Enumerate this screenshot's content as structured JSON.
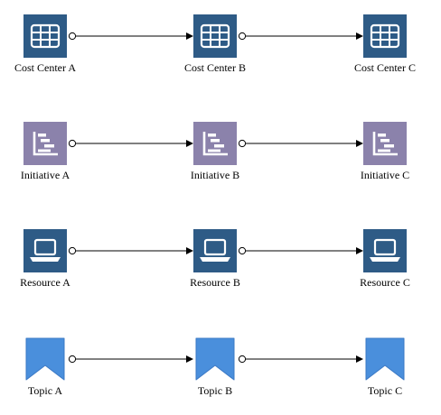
{
  "colors": {
    "cost_center_icon": "#2e5b86",
    "initiative_icon": "#8b82ab",
    "resource_icon": "#2e5b86",
    "topic_icon": "#4a8fdc",
    "connector": "#000000"
  },
  "rows": [
    {
      "type": "cost-center",
      "icon": "grid-table-icon",
      "nodes": [
        "Cost Center A",
        "Cost Center B",
        "Cost Center C"
      ]
    },
    {
      "type": "initiative",
      "icon": "gantt-chart-icon",
      "nodes": [
        "Initiative A",
        "Initiative B",
        "Initiative C"
      ]
    },
    {
      "type": "resource",
      "icon": "laptop-icon",
      "nodes": [
        "Resource A",
        "Resource B",
        "Resource C"
      ]
    },
    {
      "type": "topic",
      "icon": "bookmark-icon",
      "nodes": [
        "Topic A",
        "Topic B",
        "Topic C"
      ]
    }
  ]
}
